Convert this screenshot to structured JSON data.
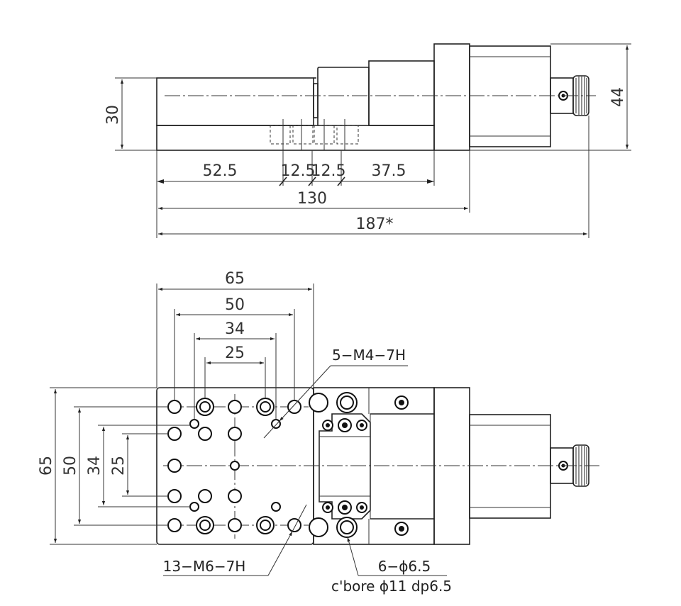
{
  "side_view": {
    "dim_30": "30",
    "dim_44": "44",
    "dim_52_5": "52.5",
    "dim_12_5_a": "12.5",
    "dim_12_5_b": "12.5",
    "dim_37_5": "37.5",
    "dim_130": "130",
    "dim_187": "187*"
  },
  "top_view": {
    "dim_65_h": "65",
    "dim_50_h": "50",
    "dim_34_h": "34",
    "dim_25_h": "25",
    "dim_65_v": "65",
    "dim_50_v": "50",
    "dim_34_v": "34",
    "dim_25_v": "25"
  },
  "callouts": {
    "m4": "5−M4−7H",
    "m6": "13−M6−7H",
    "phi": "6−ϕ6.5",
    "cbore": "c'bore ϕ11 dp6.5"
  }
}
